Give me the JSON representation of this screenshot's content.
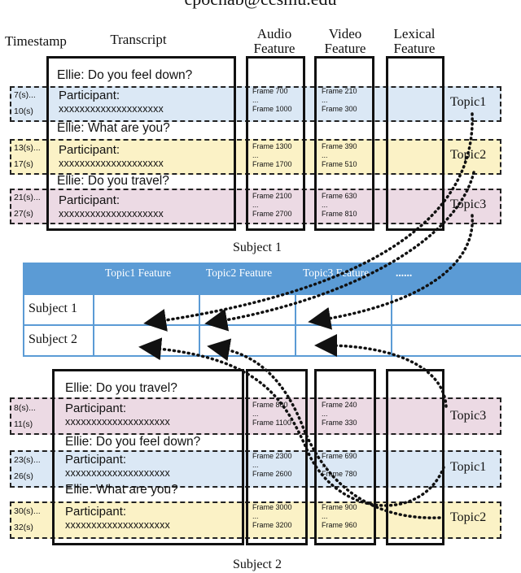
{
  "header_text": "cpochab@ccsmu.edu",
  "columns": {
    "timestamp": "Timestamp",
    "transcript": "Transcript",
    "audio": [
      "Audio",
      "Feature"
    ],
    "video": [
      "Video",
      "Feature"
    ],
    "lexical": [
      "Lexical",
      "Feature"
    ]
  },
  "subject1": {
    "caption": "Subject 1",
    "rows": [
      {
        "ellie": "Ellie: Do you feel down?",
        "ts": [
          "7(s)...",
          "10(s)"
        ],
        "participant": "Participant:",
        "x": "xxxxxxxxxxxxxxxxxxxx",
        "audio": [
          "Frame 700",
          "...",
          "Frame 1000"
        ],
        "video": [
          "Frame 210",
          "...",
          "Frame 300"
        ],
        "topic": "Topic1"
      },
      {
        "ellie": "Ellie: What are you?",
        "ts": [
          "13(s)...",
          "17(s)"
        ],
        "participant": "Participant:",
        "x": "xxxxxxxxxxxxxxxxxxxx",
        "audio": [
          "Frame 1300",
          "...",
          "Frame  1700"
        ],
        "video": [
          "Frame 390",
          "...",
          "Frame  510"
        ],
        "topic": "Topic2"
      },
      {
        "ellie": "Ellie: Do you travel?",
        "ts": [
          "21(s)...",
          "27(s)"
        ],
        "participant": "Participant:",
        "x": "xxxxxxxxxxxxxxxxxxxx",
        "audio": [
          "Frame 2100",
          "...",
          "Frame 2700"
        ],
        "video": [
          "Frame 630",
          "...",
          "Frame 810"
        ],
        "topic": "Topic3"
      }
    ]
  },
  "table": {
    "headers": [
      "Topic1 Feature",
      "Topic2 Feature",
      "Topic3 Feature",
      "......"
    ],
    "rows": [
      "Subject 1",
      "Subject 2"
    ]
  },
  "subject2": {
    "caption": "Subject 2",
    "rows": [
      {
        "ellie": "Ellie: Do you travel?",
        "ts": [
          "8(s)...",
          "11(s)"
        ],
        "participant": "Participant:",
        "x": "xxxxxxxxxxxxxxxxxxxx",
        "audio": [
          "Frame 800",
          "...",
          "Frame 1100"
        ],
        "video": [
          "Frame 240",
          "...",
          "Frame 330"
        ],
        "topic": "Topic3"
      },
      {
        "ellie": "Ellie: Do you feel down?",
        "ts": [
          "23(s)...",
          "26(s)"
        ],
        "participant": "Participant:",
        "x": "xxxxxxxxxxxxxxxxxxxx",
        "audio": [
          "Frame 2300",
          "...",
          "Frame  2600"
        ],
        "video": [
          "Frame 690",
          "...",
          "Frame 780"
        ],
        "topic": "Topic1"
      },
      {
        "ellie": "Ellie: What are you?",
        "ts": [
          "30(s)...",
          "32(s)"
        ],
        "participant": "Participant:",
        "x": "xxxxxxxxxxxxxxxxxxxx",
        "audio": [
          "Frame 3000",
          "...",
          "Frame 3200"
        ],
        "video": [
          "Frame 900",
          "...",
          "Frame 960"
        ],
        "topic": "Topic2"
      }
    ]
  },
  "colors": {
    "topic1_band": "#dbe8f5",
    "topic2_band": "#fbf2c6",
    "topic3_band": "#ecdae4",
    "table_header": "#5b9bd5"
  }
}
